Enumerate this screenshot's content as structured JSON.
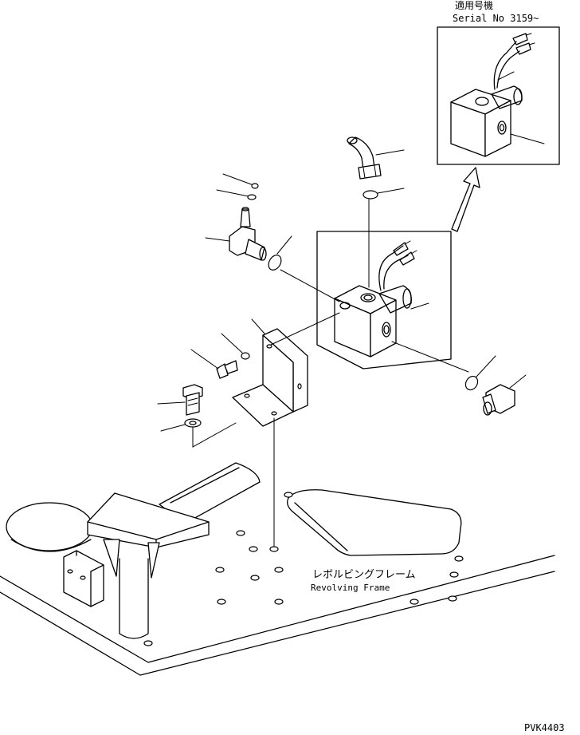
{
  "inset": {
    "applicable_model_label": "適用号機",
    "serial_label": "Serial No 3159~"
  },
  "frame": {
    "label_jp": "レボルビングフレーム",
    "label_en": "Revolving Frame"
  },
  "drawing_code": "PVK4403"
}
